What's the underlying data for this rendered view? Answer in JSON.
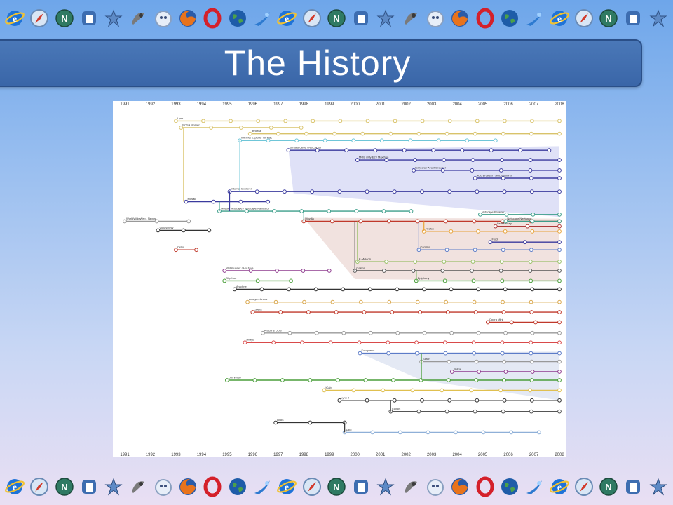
{
  "slide": {
    "title": "The History"
  },
  "icon_strip": {
    "items": [
      "ie-icon",
      "safari-icon",
      "netscape-icon",
      "shield-icon",
      "konqueror-icon",
      "epiphany-icon",
      "camino-icon",
      "firefox-icon",
      "opera-icon",
      "globe-icon",
      "comet-icon",
      "ie-icon",
      "safari-icon",
      "netscape-icon",
      "shield-icon",
      "konqueror-icon",
      "epiphany-icon",
      "camino-icon",
      "firefox-icon",
      "opera-icon",
      "globe-icon",
      "comet-icon",
      "ie-icon",
      "safari-icon",
      "netscape-icon",
      "shield-icon",
      "konqueror-icon"
    ]
  },
  "chart_data": {
    "type": "timeline",
    "years": [
      "1991",
      "1992",
      "1993",
      "1994",
      "1995",
      "1996",
      "1997",
      "1998",
      "1999",
      "2000",
      "2001",
      "2002",
      "2003",
      "2004",
      "2005",
      "2006",
      "2007",
      "2008"
    ],
    "browsers": [
      {
        "name": "Lynx",
        "start": 1993.0,
        "end": 2008,
        "color": "#d9c36a",
        "row": 0.03
      },
      {
        "name": "NCSA Mosaic",
        "start": 1993.2,
        "end": 1997.9,
        "color": "#d9c36a",
        "row": 0.05
      },
      {
        "name": "IBrowse",
        "start": 1995.9,
        "end": 2008,
        "color": "#d9c36a",
        "row": 0.068
      },
      {
        "name": "Internet Explorer for Mac",
        "start": 1995.5,
        "end": 2005.5,
        "color": "#6fc6d8",
        "row": 0.088
      },
      {
        "name": "SmallBrowse / NetCaptor",
        "start": 1997.4,
        "end": 2007.6,
        "color": "#3b3b9e",
        "row": 0.117
      },
      {
        "name": "MyIE / MyIE2 / Maxthon",
        "start": 2000.1,
        "end": 2008,
        "color": "#3b3b9e",
        "row": 0.146
      },
      {
        "name": "IEQuera / Avant Browser",
        "start": 2002.3,
        "end": 2008,
        "color": "#3b3b9e",
        "row": 0.177
      },
      {
        "name": "AOL Browser / AOL Explorer",
        "start": 2004.7,
        "end": 2008,
        "color": "#3b3b9e",
        "row": 0.2
      },
      {
        "name": "Internet Explorer",
        "start": 1995.1,
        "end": 2008,
        "color": "#3b3b9e",
        "row": 0.24
      },
      {
        "name": "Mosaic",
        "start": 1993.4,
        "end": 1996.6,
        "color": "#3b3b9e",
        "row": 0.27
      },
      {
        "name": "Mosaic Netscape / Netscape Navigator",
        "start": 1994.7,
        "end": 2002.2,
        "color": "#3c9e8a",
        "row": 0.298
      },
      {
        "name": "WorldWideWeb / Nexus",
        "start": 1991.0,
        "end": 1993.5,
        "color": "#999999",
        "row": 0.328
      },
      {
        "name": "ViolaWWW",
        "start": 1992.3,
        "end": 1994.3,
        "color": "#333333",
        "row": 0.355
      },
      {
        "name": "Mozilla",
        "start": 1998.0,
        "end": 2008,
        "color": "#c0392b",
        "row": 0.328
      },
      {
        "name": "Netscape Browser",
        "start": 2004.9,
        "end": 2008,
        "color": "#3c9e8a",
        "row": 0.308
      },
      {
        "name": "Netscape Navigator",
        "start": 2005.9,
        "end": 2008,
        "color": "#3c9e8a",
        "row": 0.328
      },
      {
        "name": "SeaMonkey",
        "start": 2005.5,
        "end": 2008,
        "color": "#b03a3a",
        "row": 0.343
      },
      {
        "name": "Firefox",
        "start": 2002.7,
        "end": 2008,
        "color": "#e8a33a",
        "row": 0.358
      },
      {
        "name": "Flock",
        "start": 2005.3,
        "end": 2008,
        "color": "#3b3b9e",
        "row": 0.39
      },
      {
        "name": "Camino",
        "start": 2002.5,
        "end": 2008,
        "color": "#5c7cc8",
        "row": 0.413
      },
      {
        "name": "Cello",
        "start": 1993.0,
        "end": 1993.8,
        "color": "#c0392b",
        "row": 0.413
      },
      {
        "name": "K-Meleon",
        "start": 2000.1,
        "end": 2008,
        "color": "#9bc06a",
        "row": 0.448
      },
      {
        "name": "Galeon",
        "start": 2000.0,
        "end": 2008,
        "color": "#555555",
        "row": 0.475
      },
      {
        "name": "Epiphany",
        "start": 2002.4,
        "end": 2008,
        "color": "#4a9e3a",
        "row": 0.505
      },
      {
        "name": "WebRunner / HotJava",
        "start": 1994.9,
        "end": 1999.0,
        "color": "#8e3a8e",
        "row": 0.475
      },
      {
        "name": "SlipKnot",
        "start": 1994.9,
        "end": 1997.5,
        "color": "#4a9e3a",
        "row": 0.505
      },
      {
        "name": "Arachne",
        "start": 1995.3,
        "end": 2008,
        "color": "#333333",
        "row": 0.53
      },
      {
        "name": "Amaya / Arena",
        "start": 1995.8,
        "end": 2008,
        "color": "#d9a64a",
        "row": 0.568
      },
      {
        "name": "Opera",
        "start": 1996.0,
        "end": 2008,
        "color": "#c0392b",
        "row": 0.598
      },
      {
        "name": "Opera Mini",
        "start": 2005.2,
        "end": 2008,
        "color": "#c0392b",
        "row": 0.628
      },
      {
        "name": "Arachne DOS",
        "start": 1996.4,
        "end": 2008,
        "color": "#999999",
        "row": 0.66
      },
      {
        "name": "Amiga",
        "start": 1995.7,
        "end": 2008,
        "color": "#d94a4a",
        "row": 0.688
      },
      {
        "name": "Konqueror",
        "start": 2000.2,
        "end": 2008,
        "color": "#5c7cc8",
        "row": 0.72
      },
      {
        "name": "Safari",
        "start": 2002.6,
        "end": 2008,
        "color": "#999999",
        "row": 0.745
      },
      {
        "name": "Shiira",
        "start": 2003.8,
        "end": 2008,
        "color": "#8e3a8e",
        "row": 0.775
      },
      {
        "name": "OmniWeb",
        "start": 1995.0,
        "end": 2008,
        "color": "#4a9e3a",
        "row": 0.8
      },
      {
        "name": "iCab",
        "start": 1998.8,
        "end": 2008,
        "color": "#e0c050",
        "row": 0.83
      },
      {
        "name": "Lynx 2",
        "start": 1999.4,
        "end": 2008,
        "color": "#333333",
        "row": 0.86
      },
      {
        "name": "ELinks",
        "start": 2001.4,
        "end": 2008,
        "color": "#555555",
        "row": 0.893
      },
      {
        "name": "Links",
        "start": 1996.9,
        "end": 1999.6,
        "color": "#333333",
        "row": 0.926
      },
      {
        "name": "Dillo",
        "start": 1999.6,
        "end": 2007.2,
        "color": "#8fb0d8",
        "row": 0.955
      }
    ]
  }
}
